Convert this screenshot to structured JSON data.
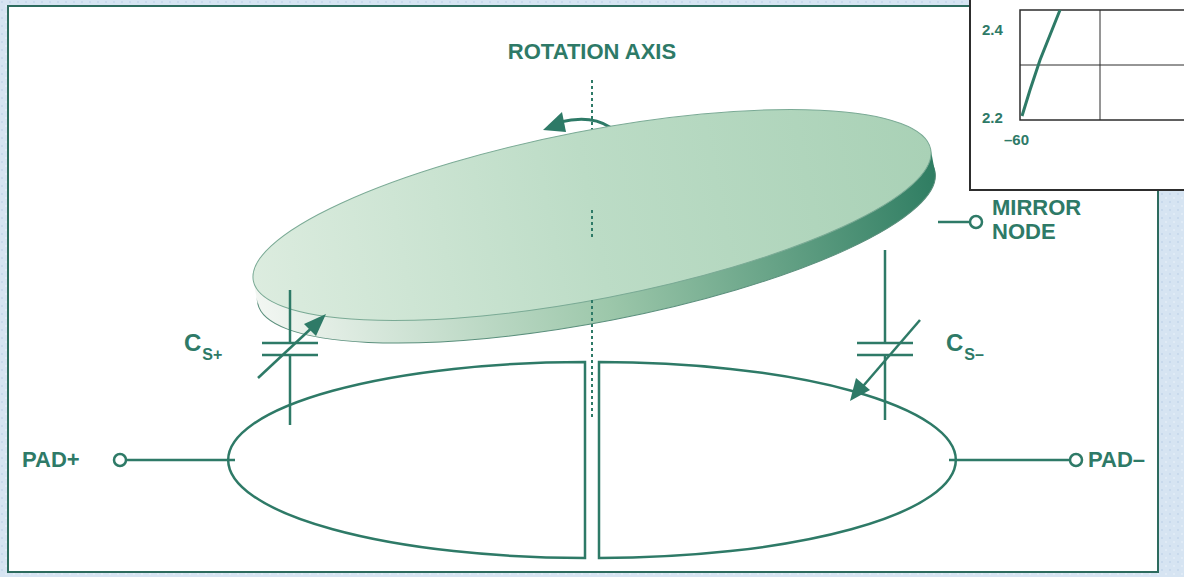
{
  "diagram": {
    "labels": [
      "2.4",
      "2.2",
      "–60",
      "ROTATION AXIS",
      "MIRROR NODE",
      "C",
      "S+",
      "C",
      "S–",
      "PAD+",
      "PAD–"
    ]
  }
}
